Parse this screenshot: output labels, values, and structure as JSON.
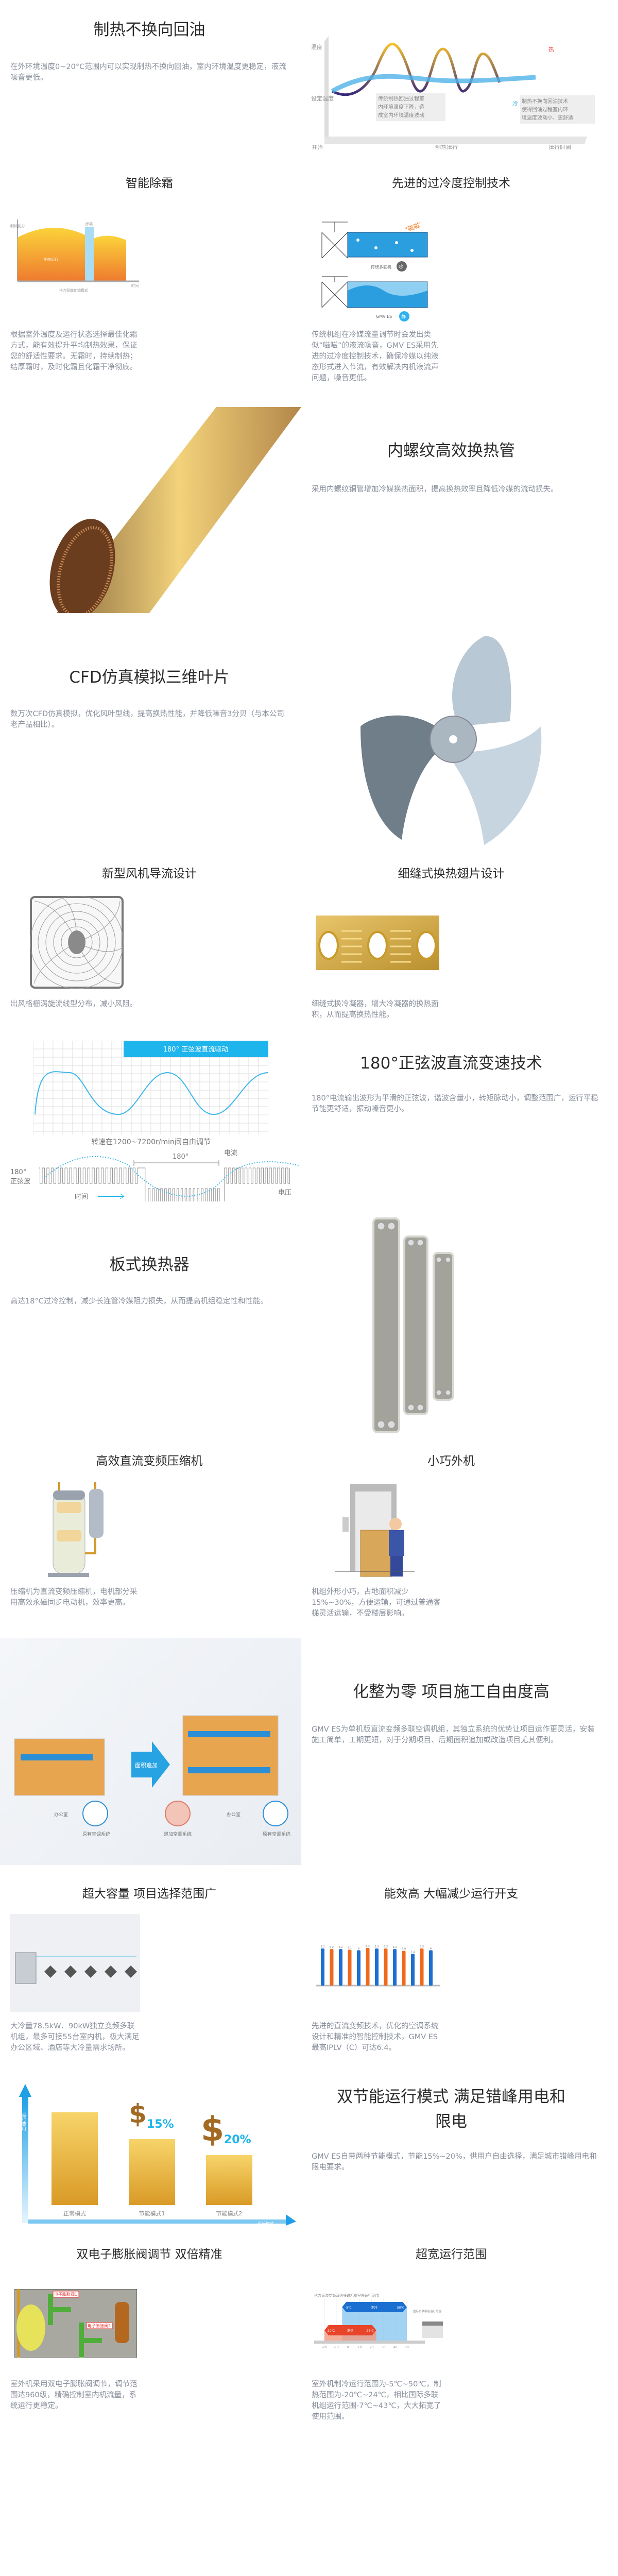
{
  "s1": {
    "title": "制热不换向回油",
    "text": "在外环境温度0~20°C范围内可以实现制热不换向回油，室内环境温度更稳定，液流噪音更低。",
    "chart": {
      "y_top": "温度",
      "y_mid": "设定温度",
      "x_start": "开始",
      "x_mid": "制热运行",
      "x_end": "运行时间",
      "hot": "热",
      "cold": "冷",
      "note1": [
        "传统制热回油过程室",
        "内环境温度下降，造",
        "成室内环境温度波动"
      ],
      "note2": [
        "制热不换向回油技术",
        "使得回油过程室内环",
        "境温度波动小，更舒适"
      ]
    }
  },
  "s2": {
    "left": {
      "title": "智能除霜",
      "text": "根据室外温度及运行状态选择最佳化霜方式，能有效提升平均制热效果，保证您的舒适性要求。无霜时，持续制热；结厚霜时，及时化霜且化霜干净彻底。",
      "chart": {
        "y": "制热能力",
        "defrost": "除霜",
        "run": "制热运行",
        "time": "时间",
        "caption": "格力智能化霜模式"
      }
    },
    "right": {
      "title": "先进的过冷度控制技术",
      "text": "传统机组在冷媒流量调节时会发出类似“嗞嗞”的液流噪音，GMV ES采用先进的过冷度控制技术，确保冷媒以纯液态形式进入节流，有效解决内机液流声问题，噪音更低。",
      "chart": {
        "noise": "“嗞嗞”",
        "label1": "传统多联机",
        "badge1": "吵",
        "label2": "GMV ES",
        "badge2": "静"
      }
    }
  },
  "s3": {
    "title": "内螺纹高效换热管",
    "text": "采用内螺纹铜管增加冷媒换热面积，提高换热效率且降低冷媒的流动损失。"
  },
  "s4": {
    "title": "CFD仿真模拟三维叶片",
    "text": "数万次CFD仿真模拟，优化风叶型线，提高换热性能，并降低噪音3分贝（与本公司老产品相比）。"
  },
  "s5": {
    "left": {
      "title": "新型风机导流设计",
      "text": "出风格栅涡旋流线型分布，减小风阻。"
    },
    "right": {
      "title": "细缝式换热翅片设计",
      "text": "细缝式换冷凝器，增大冷凝器的换热面积，从而提高换热性能。"
    }
  },
  "s6": {
    "title": "180°正弦波直流变速技术",
    "text": "180°电流输出波形为平滑的正弦波，谐波含量小，转矩脉动小，调整范围广，运行平稳节能更舒适，振动噪音更小。",
    "chart": {
      "banner": "180° 正弦波直流驱动",
      "caption": "转速在1200~7200r/min间自由调节",
      "angle": "180°",
      "current": "电流",
      "sine_a": "180°",
      "sine_b": "正弦波",
      "time": "时间",
      "voltage": "电压"
    }
  },
  "s7": {
    "title": "板式换热器",
    "text": "高达18°C过冷控制，减少长连管冷媒阻力损失，从而提高机组稳定性和性能。"
  },
  "s8": {
    "left": {
      "title": "高效直流变频压缩机",
      "text": "压缩机为直流变频压缩机，电机部分采用高效永磁同步电动机，效率更高。"
    },
    "right": {
      "title": "小巧外机",
      "text": "机组外形小巧，占地面积减少15%~30%，方便运输，可通过普通客梯灵活运输，不受楼层影响。"
    }
  },
  "s9": {
    "title": "化整为零 项目施工自由度高",
    "text": "GMV ES为单机版直流变频多联空调机组，其独立系统的优势让项目运作更灵活，安装施工简单，工期更短，对于分期项目、后期面积追加或改造项目尤其便利。",
    "chart": {
      "arrow": "面积追加",
      "office1": "办公室",
      "office2": "办公室",
      "orig1": "原有空调系统",
      "added": "追加空调系统",
      "orig2": "原有空调系统"
    }
  },
  "s10": {
    "left": {
      "title": "超大容量 项目选择范围广",
      "text": "大冷量78.5kW、90kW独立变频多联机组，最多可接55台室内机，极大满足办公区域、酒店等大冷量需求场所。"
    },
    "right": {
      "title": "能效高 大幅减少运行开支",
      "text": "先进的直流变频技术，优化的空调系统设计和精准的智能控制技术，GMV ES最高IPLV（C）可达6.4。"
    }
  },
  "s11": {
    "title": "双节能运行模式 满足错峰用电和限电",
    "text": "GMV ES自带两种节能模式，节能15%~20%，供用户自由选择，满足城市错峰用电和限电要求。",
    "chart": {
      "y": "运行费用",
      "x": "运行模式",
      "cats": [
        "正常模式",
        "节能模式1",
        "节能模式2"
      ],
      "save1": "15%",
      "save2": "20%"
    }
  },
  "s12": {
    "left": {
      "title": "双电子膨胀阀调节 双倍精准",
      "text": "室外机采用双电子膨胀阀调节，调节范围达960级，精确控制室内机流量，系统运行更稳定。",
      "valve1": "电子膨胀阀1",
      "valve2": "电子膨胀阀2"
    },
    "right": {
      "title": "超宽运行范围",
      "text": "室外机制冷运行范围为-5℃~50℃，制热范围为-20℃~24℃，相比国际多联机组运行范围-7℃~43℃，大大拓宽了使用范围。"
    }
  },
  "chart_data": [
    {
      "type": "bar",
      "title": "",
      "categories": [
        "1",
        "2",
        "3",
        "4",
        "5",
        "6",
        "7",
        "8",
        "9",
        "10",
        "11",
        "12",
        "13"
      ],
      "values": [
        6.3,
        6.2,
        6.2,
        6.1,
        6.0,
        6.4,
        6.3,
        6.3,
        6.2,
        5.9,
        5.4,
        6.3,
        6.0
      ],
      "ylim": [
        0,
        7
      ],
      "colors": [
        "#1a6fd0",
        "#ef6a1c"
      ]
    },
    {
      "type": "bar",
      "title": "格力直流变频系列多联机组室外运行范围",
      "xlabel": "℃",
      "xlim": [
        -20,
        50
      ],
      "ticks": [
        "-20",
        "-10",
        "0",
        "10",
        "20",
        "30",
        "40",
        "50"
      ],
      "series": [
        {
          "name": "制冷",
          "range": [
            -5,
            50
          ],
          "start_label": "-5℃",
          "end_label": "50℃"
        },
        {
          "name": "制热",
          "range": [
            -20,
            24
          ],
          "start_label": "-20℃",
          "end_label": "24℃"
        }
      ],
      "compare_label": "国际多联机组运行范围"
    }
  ]
}
